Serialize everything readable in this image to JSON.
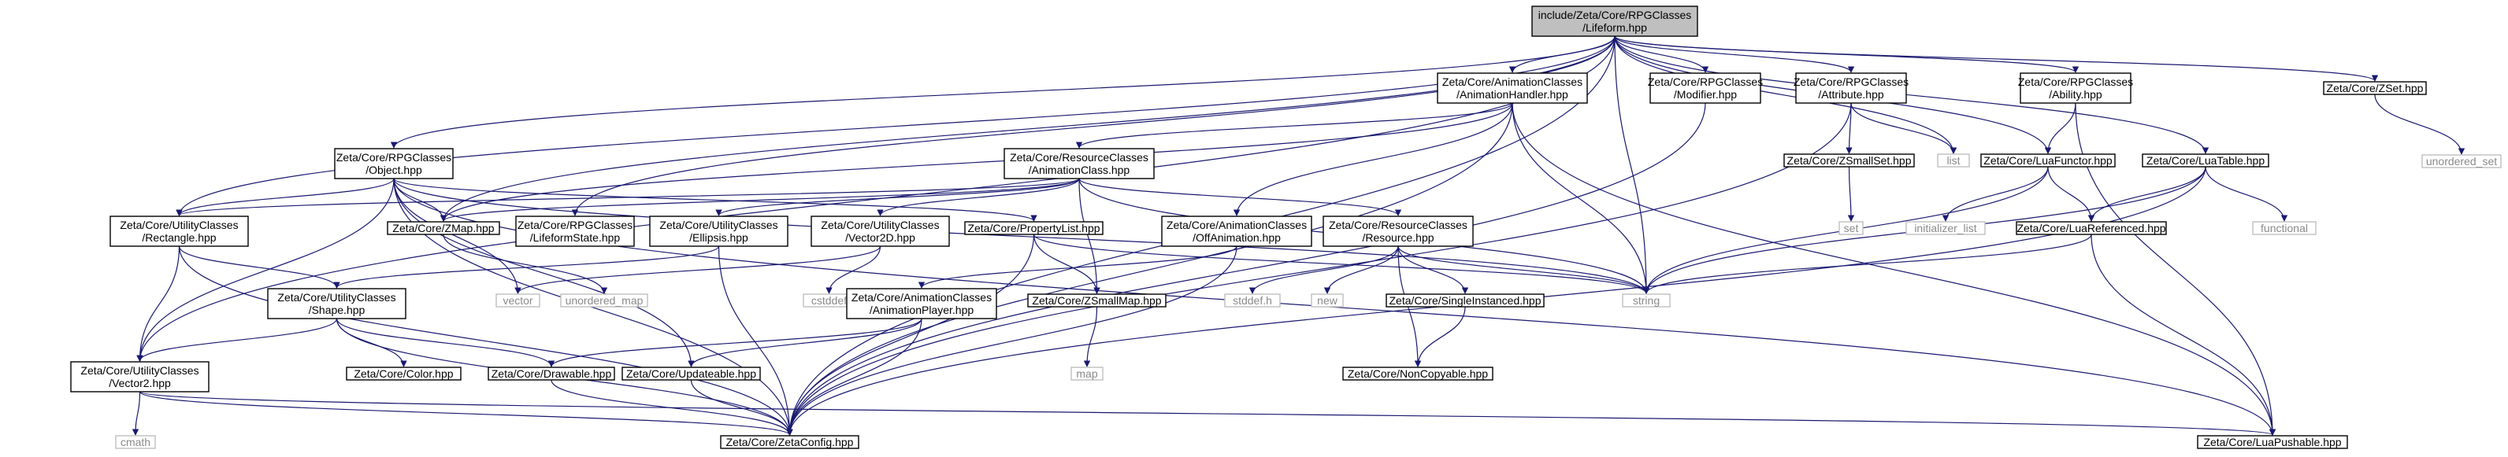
{
  "graph": {
    "title": "include/Zeta/Core/RPGClasses/Lifeform.hpp",
    "colors": {
      "edge": "#191970",
      "root_fill": "#bfbfbf",
      "node_border": "#000000",
      "system_border": "#bfbfbf",
      "system_text": "#8a8a8a"
    },
    "nodes": [
      {
        "id": "lifeform",
        "lines": [
          "include/Zeta/Core/RPGClasses",
          "/Lifeform.hpp"
        ],
        "kind": "root"
      },
      {
        "id": "animation_handler",
        "lines": [
          "Zeta/Core/AnimationClasses",
          "/AnimationHandler.hpp"
        ],
        "kind": "file"
      },
      {
        "id": "modifier",
        "lines": [
          "Zeta/Core/RPGClasses",
          "/Modifier.hpp"
        ],
        "kind": "file"
      },
      {
        "id": "attribute",
        "lines": [
          "Zeta/Core/RPGClasses",
          "/Attribute.hpp"
        ],
        "kind": "file"
      },
      {
        "id": "ability",
        "lines": [
          "Zeta/Core/RPGClasses",
          "/Ability.hpp"
        ],
        "kind": "file"
      },
      {
        "id": "zset",
        "lines": [
          "Zeta/Core/ZSet.hpp"
        ],
        "kind": "file"
      },
      {
        "id": "unordered_set",
        "lines": [
          "unordered_set"
        ],
        "kind": "system"
      },
      {
        "id": "object",
        "lines": [
          "Zeta/Core/RPGClasses",
          "/Object.hpp"
        ],
        "kind": "file"
      },
      {
        "id": "animation_class",
        "lines": [
          "Zeta/Core/ResourceClasses",
          "/AnimationClass.hpp"
        ],
        "kind": "file"
      },
      {
        "id": "zsmallset",
        "lines": [
          "Zeta/Core/ZSmallSet.hpp"
        ],
        "kind": "file"
      },
      {
        "id": "list",
        "lines": [
          "list"
        ],
        "kind": "system"
      },
      {
        "id": "lua_functor",
        "lines": [
          "Zeta/Core/LuaFunctor.hpp"
        ],
        "kind": "file"
      },
      {
        "id": "lua_table",
        "lines": [
          "Zeta/Core/LuaTable.hpp"
        ],
        "kind": "file"
      },
      {
        "id": "rectangle",
        "lines": [
          "Zeta/Core/UtilityClasses",
          "/Rectangle.hpp"
        ],
        "kind": "file"
      },
      {
        "id": "zmap",
        "lines": [
          "Zeta/Core/ZMap.hpp"
        ],
        "kind": "file"
      },
      {
        "id": "lifeform_state",
        "lines": [
          "Zeta/Core/RPGClasses",
          "/LifeformState.hpp"
        ],
        "kind": "file"
      },
      {
        "id": "ellipsis",
        "lines": [
          "Zeta/Core/UtilityClasses",
          "/Ellipsis.hpp"
        ],
        "kind": "file"
      },
      {
        "id": "vector2d",
        "lines": [
          "Zeta/Core/UtilityClasses",
          "/Vector2D.hpp"
        ],
        "kind": "file"
      },
      {
        "id": "property_list",
        "lines": [
          "Zeta/Core/PropertyList.hpp"
        ],
        "kind": "file"
      },
      {
        "id": "off_animation",
        "lines": [
          "Zeta/Core/AnimationClasses",
          "/OffAnimation.hpp"
        ],
        "kind": "file"
      },
      {
        "id": "resource",
        "lines": [
          "Zeta/Core/ResourceClasses",
          "/Resource.hpp"
        ],
        "kind": "file"
      },
      {
        "id": "set",
        "lines": [
          "set"
        ],
        "kind": "system"
      },
      {
        "id": "initializer_list",
        "lines": [
          "initializer_list"
        ],
        "kind": "system"
      },
      {
        "id": "lua_referenced",
        "lines": [
          "Zeta/Core/LuaReferenced.hpp"
        ],
        "kind": "file"
      },
      {
        "id": "functional",
        "lines": [
          "functional"
        ],
        "kind": "system"
      },
      {
        "id": "shape",
        "lines": [
          "Zeta/Core/UtilityClasses",
          "/Shape.hpp"
        ],
        "kind": "file"
      },
      {
        "id": "vector",
        "lines": [
          "vector"
        ],
        "kind": "system"
      },
      {
        "id": "unordered_map",
        "lines": [
          "unordered_map"
        ],
        "kind": "system"
      },
      {
        "id": "cstddef",
        "lines": [
          "cstddef"
        ],
        "kind": "system"
      },
      {
        "id": "animation_player",
        "lines": [
          "Zeta/Core/AnimationClasses",
          "/AnimationPlayer.hpp"
        ],
        "kind": "file"
      },
      {
        "id": "zsmallmap",
        "lines": [
          "Zeta/Core/ZSmallMap.hpp"
        ],
        "kind": "file"
      },
      {
        "id": "stddef",
        "lines": [
          "stddef.h"
        ],
        "kind": "system"
      },
      {
        "id": "new",
        "lines": [
          "new"
        ],
        "kind": "system"
      },
      {
        "id": "single_instanced",
        "lines": [
          "Zeta/Core/SingleInstanced.hpp"
        ],
        "kind": "file"
      },
      {
        "id": "string",
        "lines": [
          "string"
        ],
        "kind": "system"
      },
      {
        "id": "vector2",
        "lines": [
          "Zeta/Core/UtilityClasses",
          "/Vector2.hpp"
        ],
        "kind": "file"
      },
      {
        "id": "color",
        "lines": [
          "Zeta/Core/Color.hpp"
        ],
        "kind": "file"
      },
      {
        "id": "drawable",
        "lines": [
          "Zeta/Core/Drawable.hpp"
        ],
        "kind": "file"
      },
      {
        "id": "updateable",
        "lines": [
          "Zeta/Core/Updateable.hpp"
        ],
        "kind": "file"
      },
      {
        "id": "map",
        "lines": [
          "map"
        ],
        "kind": "system"
      },
      {
        "id": "non_copyable",
        "lines": [
          "Zeta/Core/NonCopyable.hpp"
        ],
        "kind": "file"
      },
      {
        "id": "cmath",
        "lines": [
          "cmath"
        ],
        "kind": "system"
      },
      {
        "id": "zeta_config",
        "lines": [
          "Zeta/Core/ZetaConfig.hpp"
        ],
        "kind": "file"
      },
      {
        "id": "lua_pushable",
        "lines": [
          "Zeta/Core/LuaPushable.hpp"
        ],
        "kind": "file"
      }
    ],
    "edges": [
      [
        "lifeform",
        "animation_handler"
      ],
      [
        "lifeform",
        "modifier"
      ],
      [
        "lifeform",
        "attribute"
      ],
      [
        "lifeform",
        "ability"
      ],
      [
        "lifeform",
        "zset"
      ],
      [
        "lifeform",
        "object"
      ],
      [
        "lifeform",
        "list"
      ],
      [
        "lifeform",
        "lua_functor"
      ],
      [
        "lifeform",
        "lua_table"
      ],
      [
        "lifeform",
        "rectangle"
      ],
      [
        "lifeform",
        "zmap"
      ],
      [
        "lifeform",
        "lifeform_state"
      ],
      [
        "lifeform",
        "string"
      ],
      [
        "lifeform",
        "vector2"
      ],
      [
        "lifeform",
        "zeta_config"
      ],
      [
        "animation_handler",
        "animation_class"
      ],
      [
        "animation_handler",
        "off_animation"
      ],
      [
        "animation_handler",
        "zmap"
      ],
      [
        "animation_handler",
        "string"
      ],
      [
        "animation_handler",
        "zeta_config"
      ],
      [
        "animation_handler",
        "lua_pushable"
      ],
      [
        "modifier",
        "zeta_config"
      ],
      [
        "attribute",
        "zsmallset"
      ],
      [
        "attribute",
        "list"
      ],
      [
        "attribute",
        "zeta_config"
      ],
      [
        "ability",
        "lua_functor"
      ],
      [
        "ability",
        "lua_pushable"
      ],
      [
        "zset",
        "unordered_set"
      ],
      [
        "zsmallset",
        "set"
      ],
      [
        "object",
        "rectangle"
      ],
      [
        "object",
        "zmap"
      ],
      [
        "object",
        "property_list"
      ],
      [
        "object",
        "vector2"
      ],
      [
        "object",
        "vector"
      ],
      [
        "object",
        "updateable"
      ],
      [
        "object",
        "zeta_config"
      ],
      [
        "object",
        "string"
      ],
      [
        "object",
        "lua_pushable"
      ],
      [
        "animation_class",
        "rectangle"
      ],
      [
        "animation_class",
        "ellipsis"
      ],
      [
        "animation_class",
        "vector2d"
      ],
      [
        "animation_class",
        "resource"
      ],
      [
        "animation_class",
        "zsmallmap"
      ],
      [
        "animation_class",
        "string"
      ],
      [
        "animation_class",
        "zmap"
      ],
      [
        "lua_functor",
        "initializer_list"
      ],
      [
        "lua_functor",
        "lua_referenced"
      ],
      [
        "lua_functor",
        "string"
      ],
      [
        "lua_table",
        "lua_referenced"
      ],
      [
        "lua_table",
        "functional"
      ],
      [
        "lua_table",
        "string"
      ],
      [
        "lua_table",
        "zeta_config"
      ],
      [
        "lua_referenced",
        "lua_pushable"
      ],
      [
        "lua_referenced",
        "string"
      ],
      [
        "rectangle",
        "shape"
      ],
      [
        "rectangle",
        "vector2"
      ],
      [
        "rectangle",
        "zeta_config"
      ],
      [
        "zmap",
        "unordered_map"
      ],
      [
        "ellipsis",
        "shape"
      ],
      [
        "ellipsis",
        "zeta_config"
      ],
      [
        "vector2d",
        "cstddef"
      ],
      [
        "vector2d",
        "vector"
      ],
      [
        "property_list",
        "zsmallmap"
      ],
      [
        "property_list",
        "string"
      ],
      [
        "property_list",
        "zeta_config"
      ],
      [
        "off_animation",
        "animation_player"
      ],
      [
        "off_animation",
        "zeta_config"
      ],
      [
        "resource",
        "stddef"
      ],
      [
        "resource",
        "new"
      ],
      [
        "resource",
        "single_instanced"
      ],
      [
        "resource",
        "non_copyable"
      ],
      [
        "resource",
        "string"
      ],
      [
        "single_instanced",
        "non_copyable"
      ],
      [
        "zsmallmap",
        "map"
      ],
      [
        "shape",
        "vector2"
      ],
      [
        "shape",
        "color"
      ],
      [
        "shape",
        "drawable"
      ],
      [
        "shape",
        "zeta_config"
      ],
      [
        "animation_player",
        "drawable"
      ],
      [
        "animation_player",
        "updateable"
      ],
      [
        "animation_player",
        "zeta_config"
      ],
      [
        "vector2",
        "cmath"
      ],
      [
        "vector2",
        "zeta_config"
      ],
      [
        "vector2",
        "lua_pushable"
      ],
      [
        "drawable",
        "zeta_config"
      ],
      [
        "updateable",
        "zeta_config"
      ]
    ]
  }
}
